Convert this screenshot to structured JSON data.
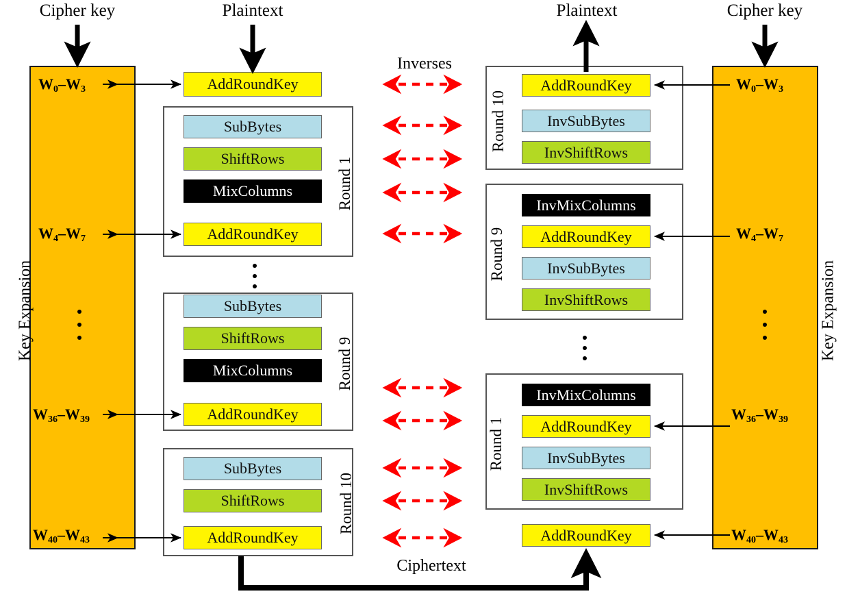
{
  "diagram": {
    "title_labels": {
      "cipher_key_left": "Cipher key",
      "plaintext_left": "Plaintext",
      "plaintext_right": "Plaintext",
      "cipher_key_right": "Cipher key",
      "inverses": "Inverses",
      "ciphertext": "Ciphertext"
    },
    "colors": {
      "key_expansion_fill": "#FFBF00",
      "subbytes_fill": "#B2DCE8",
      "shiftrows_fill": "#B3D923",
      "mixcolumns_fill": "#000000",
      "addroundkey_fill": "#FFF500",
      "inverse_arrow": "#FF0000",
      "outline": "#555555",
      "line": "#000000"
    },
    "encryption": {
      "key_expansion_label": "Key Expansion",
      "word_labels": [
        {
          "text": "W",
          "sub1": "0",
          "dash": "–",
          "text2": "W",
          "sub2": "3",
          "full": "W0–W3"
        },
        {
          "text": "W",
          "sub1": "4",
          "dash": "–",
          "text2": "W",
          "sub2": "7",
          "full": "W4–W7"
        },
        {
          "text": "W",
          "sub1": "36",
          "dash": "–",
          "text2": "W",
          "sub2": "39",
          "full": "W36–W39"
        },
        {
          "text": "W",
          "sub1": "40",
          "dash": "–",
          "text2": "W",
          "sub2": "43",
          "full": "W40–W43"
        }
      ],
      "initial_op": "AddRoundKey",
      "rounds": [
        {
          "name": "Round 1",
          "ops": [
            "SubBytes",
            "ShiftRows",
            "MixColumns",
            "AddRoundKey"
          ]
        },
        {
          "name": "Round 9",
          "ops": [
            "SubBytes",
            "ShiftRows",
            "MixColumns",
            "AddRoundKey"
          ]
        },
        {
          "name": "Round 10",
          "ops": [
            "SubBytes",
            "ShiftRows",
            "AddRoundKey"
          ]
        }
      ]
    },
    "decryption": {
      "key_expansion_label": "Key Expansion",
      "word_labels": [
        {
          "full": "W0–W3"
        },
        {
          "full": "W4–W7"
        },
        {
          "full": "W36–W39"
        },
        {
          "full": "W40–W43"
        }
      ],
      "final_op": "AddRoundKey",
      "rounds": [
        {
          "name": "Round 10",
          "ops": [
            "AddRoundKey",
            "InvSubBytes",
            "InvShiftRows"
          ]
        },
        {
          "name": "Round 9",
          "ops": [
            "InvMixColumns",
            "AddRoundKey",
            "InvSubBytes",
            "InvShiftRows"
          ]
        },
        {
          "name": "Round 1",
          "ops": [
            "InvMixColumns",
            "AddRoundKey",
            "InvSubBytes",
            "InvShiftRows"
          ]
        }
      ]
    },
    "inverse_arrow_count": 10,
    "op_names": {
      "subbytes": "SubBytes",
      "shiftrows": "ShiftRows",
      "mixcolumns": "MixColumns",
      "addroundkey": "AddRoundKey",
      "invsubbytes": "InvSubBytes",
      "invshiftrows": "InvShiftRows",
      "invmixcolumns": "InvMixColumns"
    }
  }
}
